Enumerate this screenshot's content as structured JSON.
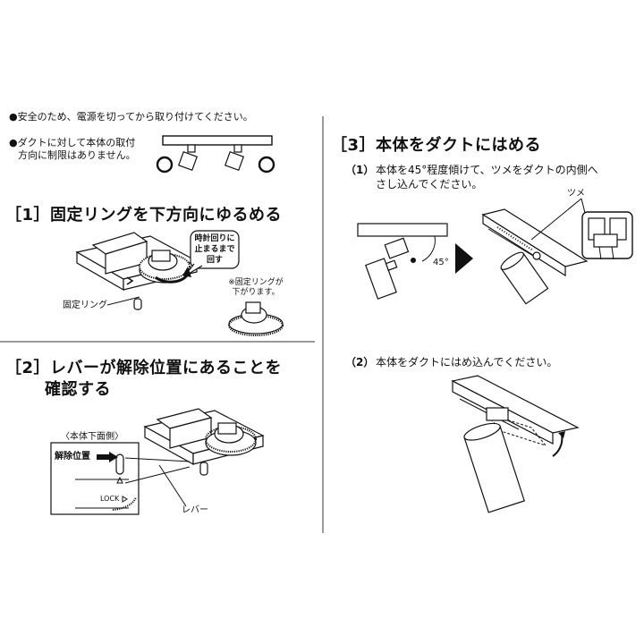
{
  "notes": {
    "safety": "●安全のため、電源を切ってから取り付けてください。",
    "direction_line1": "●ダクトに対して本体の取付",
    "direction_line2": "方向に制限はありません。"
  },
  "section1": {
    "heading": "［1］固定リングを下方向にゆるめる",
    "callout": [
      "時計回りに",
      "止まるまで",
      "回す"
    ],
    "ring_label": "固定リング",
    "side_note": [
      "※固定リングが",
      "下がります。"
    ]
  },
  "section2": {
    "heading_line1": "［2］レバーが解除位置にあることを",
    "heading_line2": "確認する",
    "bottom_view": "〈本体下面側〉",
    "release_position": "解除位置",
    "lock_label": "LOCK",
    "lever_label": "レバー"
  },
  "section3": {
    "heading": "［3］本体をダクトにはめる",
    "step1_num": "（1）",
    "step1_line1": "本体を45°程度傾けて、ツメをダクトの内側へ",
    "step1_line2": "さし込んでください。",
    "angle_label": "45°",
    "tab_label": "ツメ",
    "step2_num": "（2）",
    "step2_text": "本体をダクトにはめ込んでください。"
  }
}
